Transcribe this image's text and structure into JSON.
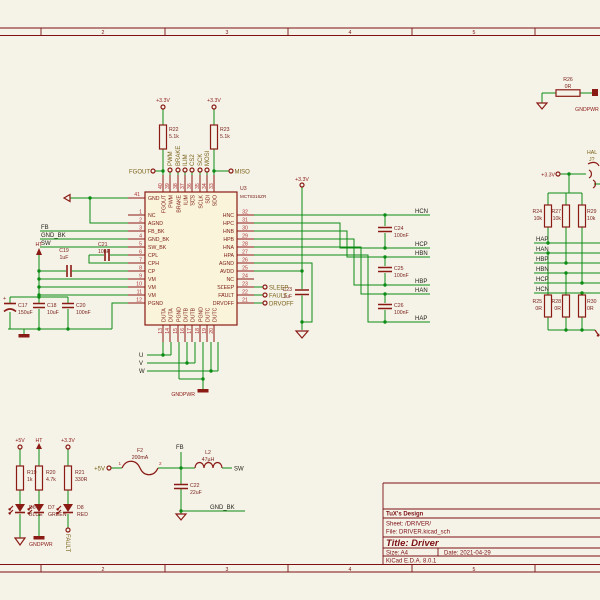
{
  "sheet": {
    "border_numbers": [
      "2",
      "3",
      "4",
      "5"
    ],
    "title_block": {
      "company": "TuX's Design",
      "sheet": "Sheet: /DRIVER/",
      "file": "File: DRIVER.kicad_sch",
      "title": "Title: Driver",
      "size": "Size: A4",
      "date": "Date: 2021-04-29",
      "version": "KiCad E.D.A. 8.0.1"
    }
  },
  "ic": {
    "ref": "U3",
    "value": "MCT8316ZR",
    "pin41": {
      "num": "41",
      "name": "GND"
    },
    "left": [
      {
        "num": "1",
        "name": "NC"
      },
      {
        "num": "2",
        "name": "AGND"
      },
      {
        "num": "3",
        "name": "FB_BK"
      },
      {
        "num": "4",
        "name": "GND_BK"
      },
      {
        "num": "5",
        "name": "SW_BK"
      },
      {
        "num": "6",
        "name": "CPL"
      },
      {
        "num": "7",
        "name": "CPH"
      },
      {
        "num": "8",
        "name": "CP"
      },
      {
        "num": "9",
        "name": "VM"
      },
      {
        "num": "10",
        "name": "VM"
      },
      {
        "num": "11",
        "name": "VM"
      },
      {
        "num": "12",
        "name": "PGND"
      }
    ],
    "right": [
      {
        "num": "32",
        "name": "HNC"
      },
      {
        "num": "31",
        "name": "HPC"
      },
      {
        "num": "30",
        "name": "HNB"
      },
      {
        "num": "29",
        "name": "HPB"
      },
      {
        "num": "28",
        "name": "HNA"
      },
      {
        "num": "27",
        "name": "HPA"
      },
      {
        "num": "26",
        "name": "AGND"
      },
      {
        "num": "25",
        "name": "AVDD"
      },
      {
        "num": "24",
        "name": "NC"
      },
      {
        "num": "23",
        "name": "SLEEP"
      },
      {
        "num": "22",
        "name": "FAULT"
      },
      {
        "num": "21",
        "name": "DRVOFF"
      }
    ],
    "top": [
      {
        "num": "40",
        "name": "FGOUT"
      },
      {
        "num": "39",
        "name": "PWM"
      },
      {
        "num": "38",
        "name": "BRAKE"
      },
      {
        "num": "37",
        "name": "ILIM"
      },
      {
        "num": "36",
        "name": "SCS"
      },
      {
        "num": "35",
        "name": "SCLK"
      },
      {
        "num": "34",
        "name": "SDI"
      },
      {
        "num": "33",
        "name": "SDO"
      }
    ],
    "bottom": [
      {
        "num": "13",
        "name": "DUTA"
      },
      {
        "num": "14",
        "name": "DUTA"
      },
      {
        "num": "15",
        "name": "PGND"
      },
      {
        "num": "16",
        "name": "DUTB"
      },
      {
        "num": "17",
        "name": "DUTB"
      },
      {
        "num": "18",
        "name": "PGND"
      },
      {
        "num": "19",
        "name": "DUTC"
      },
      {
        "num": "20",
        "name": "DUTC"
      }
    ]
  },
  "parts": {
    "r19": {
      "ref": "R19",
      "value": "1k"
    },
    "r20": {
      "ref": "R20",
      "value": "4.7k"
    },
    "r21": {
      "ref": "R21",
      "value": "330R"
    },
    "r22": {
      "ref": "R22",
      "value": "5.1k"
    },
    "r23": {
      "ref": "R23",
      "value": "5.1k"
    },
    "r24": {
      "ref": "R24",
      "value": "10k"
    },
    "r25": {
      "ref": "R25",
      "value": "0R"
    },
    "r26": {
      "ref": "R26",
      "value": "0R"
    },
    "r27": {
      "ref": "R27",
      "value": "10k"
    },
    "r28": {
      "ref": "R28",
      "value": "0R"
    },
    "r29": {
      "ref": "R29",
      "value": "10k"
    },
    "r30": {
      "ref": "R30",
      "value": "0R"
    },
    "c17": {
      "ref": "C17",
      "value": "150uF"
    },
    "c18": {
      "ref": "C18",
      "value": "10uF"
    },
    "c19": {
      "ref": "C19",
      "value": "1uF"
    },
    "c20": {
      "ref": "C20",
      "value": "100nF"
    },
    "c21": {
      "ref": "C21",
      "value": "10nF"
    },
    "c22": {
      "ref": "C22",
      "value": "22uF"
    },
    "c23": {
      "ref": "C23",
      "value": "1uF"
    },
    "c24": {
      "ref": "C24",
      "value": "100nF"
    },
    "c25": {
      "ref": "C25",
      "value": "100nF"
    },
    "c26": {
      "ref": "C26",
      "value": "100nF"
    },
    "f2": {
      "ref": "F2",
      "value": "200mA",
      "pin1": "1",
      "pin2": "2"
    },
    "l2": {
      "ref": "L2",
      "value": "47µH"
    },
    "d6": {
      "ref": "D6",
      "value": "BLUE"
    },
    "d7": {
      "ref": "D7",
      "value": "GREEN"
    },
    "d8": {
      "ref": "D8",
      "value": "RED"
    },
    "j_hal": {
      "ref": "J?",
      "value": "HAL"
    }
  },
  "nets": {
    "fgout": "FGOUT",
    "miso": "MISO",
    "pwm": "PWM",
    "brake": "BRAKE",
    "ilim": "ILIM",
    "cs2": "CS2",
    "sck": "SCK",
    "mosi": "MOSI",
    "sleep": "SLEEP",
    "fault": "FAULT",
    "drvoff": "DRVOFF",
    "fb": "FB",
    "gnd_bk": "GND_BK",
    "sw": "SW",
    "u": "U",
    "v": "V",
    "w": "W",
    "hcn": "HCN",
    "hcp": "HCP",
    "hbn": "HBN",
    "hbp": "HBP",
    "han": "HAN",
    "hap": "HAP"
  },
  "power": {
    "v33": "+3.3V",
    "v5": "+5V",
    "ht": "HT",
    "gndpwr": "GNDPWR"
  }
}
